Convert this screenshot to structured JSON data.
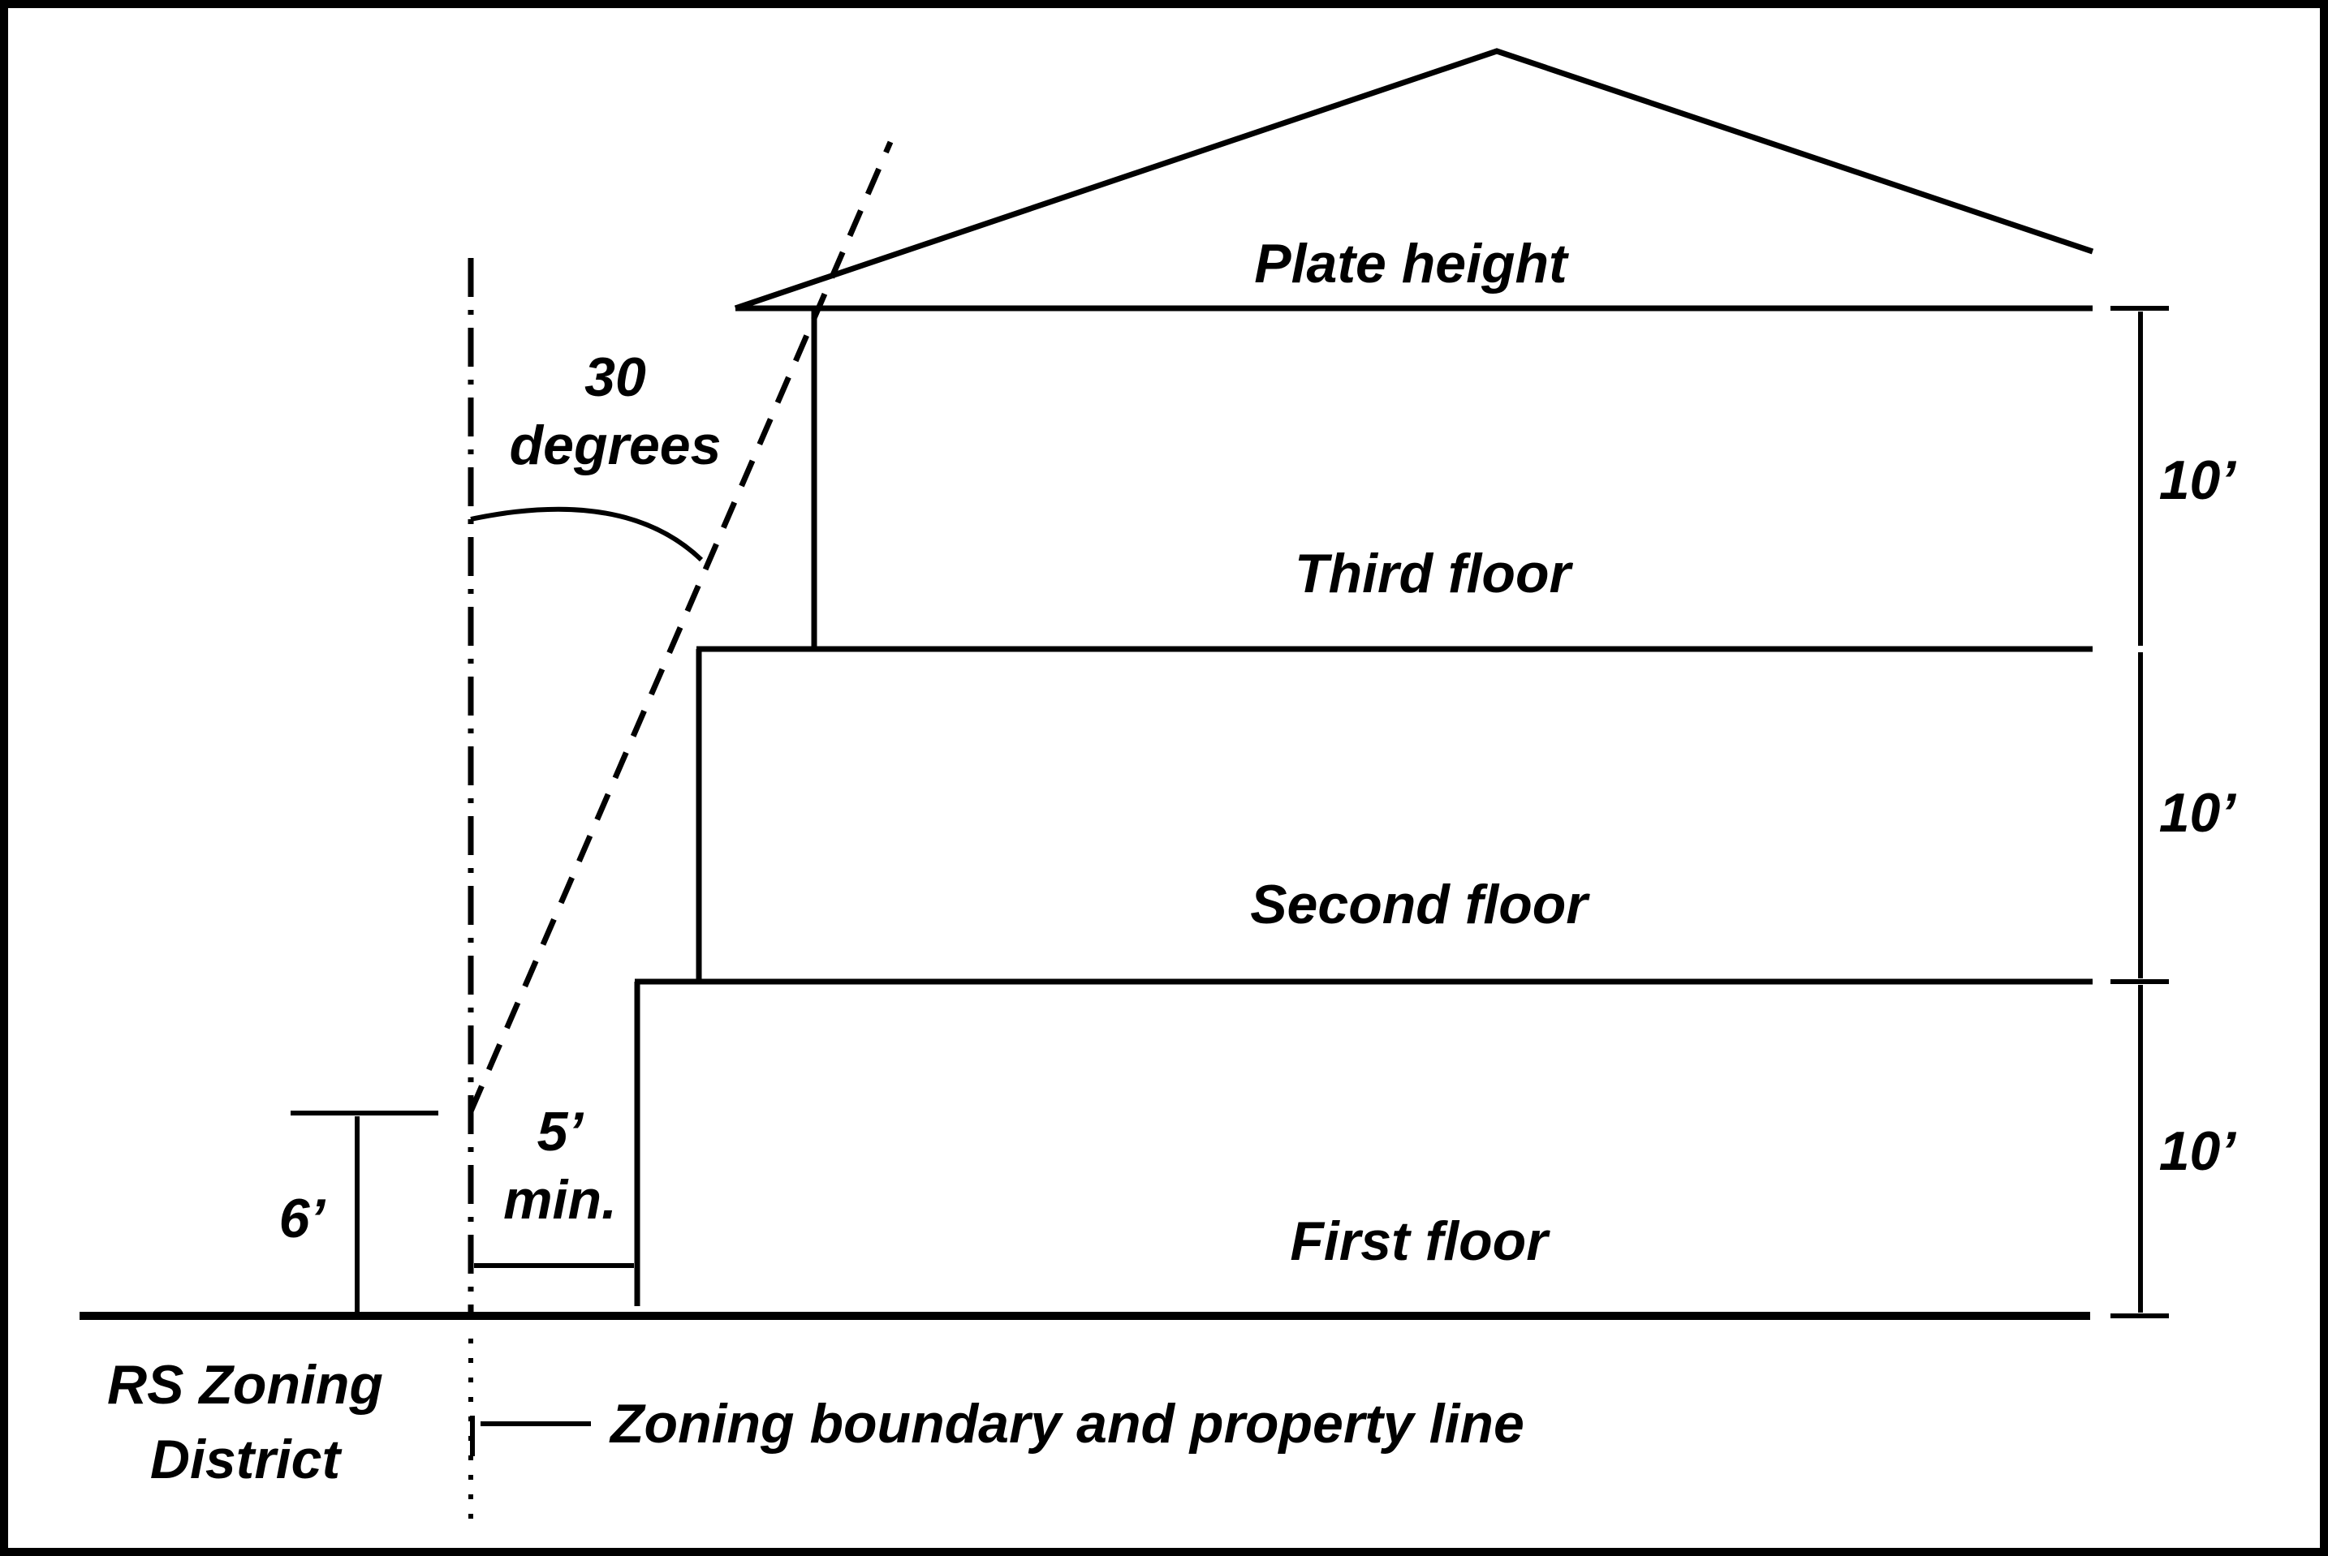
{
  "labels": {
    "plate_height": "Plate height",
    "third_floor": "Third floor",
    "second_floor": "Second floor",
    "first_floor": "First floor",
    "angle_value": "30",
    "angle_unit": "degrees",
    "third_floor_height": "10’",
    "second_floor_height": "10’",
    "first_floor_height": "10’",
    "base_height": "6’",
    "setback_value": "5’",
    "setback_qualifier": "min.",
    "district_line1": "RS Zoning",
    "district_line2": "District",
    "boundary_label": "Zoning boundary and property line"
  },
  "colors": {
    "ink": "#000000",
    "background": "#ffffff"
  }
}
